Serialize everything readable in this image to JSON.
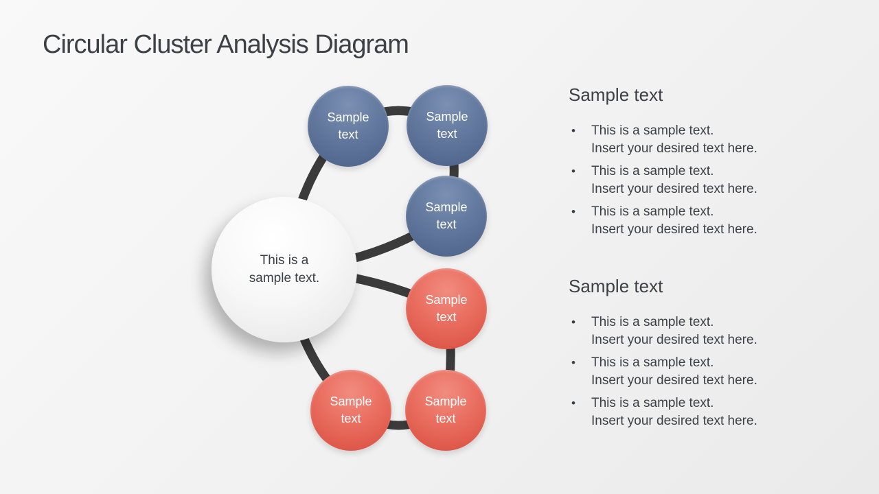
{
  "slide": {
    "title": "Circular Cluster Analysis Diagram"
  },
  "diagram": {
    "center": {
      "line1": "This is a",
      "line2": "sample text."
    },
    "nodes": [
      {
        "id": "blue-top-left",
        "group": "blue",
        "line1": "Sample",
        "line2": "text"
      },
      {
        "id": "blue-top-right",
        "group": "blue",
        "line1": "Sample",
        "line2": "text"
      },
      {
        "id": "blue-middle-right",
        "group": "blue",
        "line1": "Sample",
        "line2": "text"
      },
      {
        "id": "red-middle-right",
        "group": "red",
        "line1": "Sample",
        "line2": "text"
      },
      {
        "id": "red-bottom-right",
        "group": "red",
        "line1": "Sample",
        "line2": "text"
      },
      {
        "id": "red-bottom-left",
        "group": "red",
        "line1": "Sample",
        "line2": "text"
      }
    ],
    "colors": {
      "blue_node": "#5d749e",
      "red_node": "#e0604f",
      "center_fill": "#f2f2f2",
      "connector": "#3b3b3b",
      "background": "#f2f2f2",
      "title_text": "#3d4045"
    }
  },
  "sections": [
    {
      "heading": "Sample text",
      "bullets": [
        {
          "line1": "This is a sample text.",
          "line2": "Insert your desired text here."
        },
        {
          "line1": "This is a sample text.",
          "line2": "Insert your desired text here."
        },
        {
          "line1": "This is a sample text.",
          "line2": "Insert your desired text here."
        }
      ]
    },
    {
      "heading": "Sample text",
      "bullets": [
        {
          "line1": "This is a sample text.",
          "line2": "Insert your desired text here."
        },
        {
          "line1": "This is a sample text.",
          "line2": "Insert your desired text here."
        },
        {
          "line1": "This is a sample text.",
          "line2": "Insert your desired text here."
        }
      ]
    }
  ]
}
